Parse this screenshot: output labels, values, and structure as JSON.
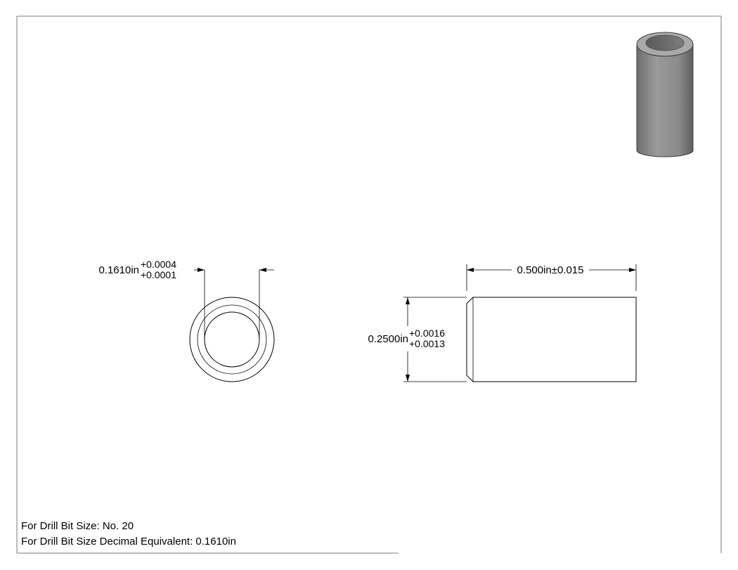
{
  "front_view": {
    "inner_diameter": "0.1610in",
    "tol_plus": "+0.0004",
    "tol_minus": "+0.0001"
  },
  "side_view": {
    "length": "0.500in±0.015",
    "outer_diameter": "0.2500in",
    "tol_plus": "+0.0016",
    "tol_minus": "+0.0013"
  },
  "notes": {
    "drill_bit_size": "For Drill Bit Size: No. 20",
    "decimal_equivalent": "For Drill Bit Size Decimal Equivalent: 0.1610in"
  },
  "colors": {
    "line": "#000000",
    "part_shade": "#8c8c8c"
  }
}
